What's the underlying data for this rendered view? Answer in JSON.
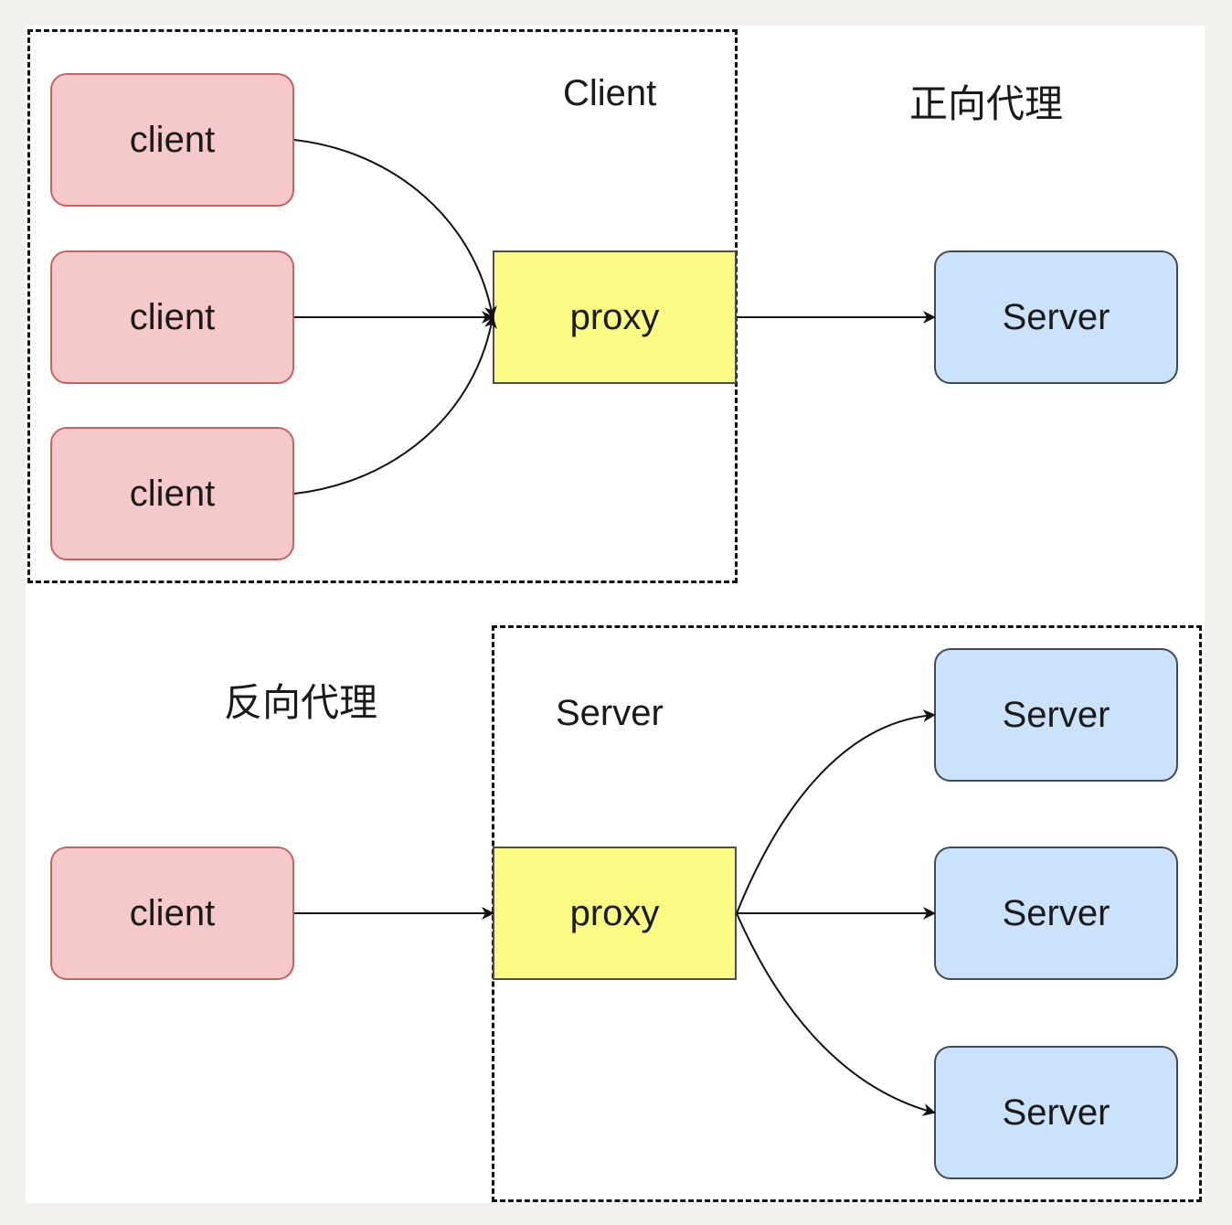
{
  "forward_proxy": {
    "title": "正向代理",
    "group_label": "Client",
    "clients": [
      "client",
      "client",
      "client"
    ],
    "proxy": "proxy",
    "server": "Server"
  },
  "reverse_proxy": {
    "title": "反向代理",
    "group_label": "Server",
    "client": "client",
    "proxy": "proxy",
    "servers": [
      "Server",
      "Server",
      "Server"
    ]
  },
  "colors": {
    "client_fill": "#f5c9c9",
    "client_stroke": "#c9625e",
    "server_fill": "#cbe2fb",
    "server_stroke": "#3f4b57",
    "proxy_fill": "#fbfb84",
    "proxy_stroke": "#4d4d4d",
    "frame": "#111111"
  }
}
